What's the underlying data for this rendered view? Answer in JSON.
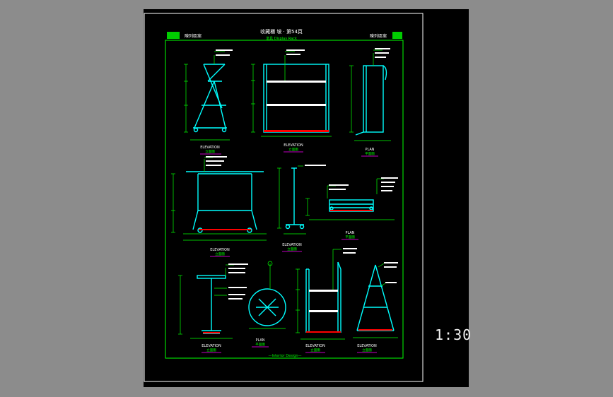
{
  "sheet": {
    "scale_label": "1:30",
    "title": "收藏櫃 坡 · 第54頁",
    "subtitle": "道具 Display Rack",
    "left_badge": "陳列區案",
    "right_badge": "陳列區案",
    "footer": "—Interior Design—"
  },
  "views": [
    {
      "label": "ELEVATION",
      "sub": "立面圖"
    },
    {
      "label": "ELEVATION",
      "sub": "立面圖"
    },
    {
      "label": "PLAN",
      "sub": "平面圖"
    },
    {
      "label": "ELEVATION",
      "sub": "立面圖"
    },
    {
      "label": "ELEVATION",
      "sub": "立面圖"
    },
    {
      "label": "PLAN",
      "sub": "平面圖"
    },
    {
      "label": "ELEVATION",
      "sub": "立面圖"
    },
    {
      "label": "PLAN",
      "sub": "平面圖"
    },
    {
      "label": "ELEVATION",
      "sub": "立面圖"
    },
    {
      "label": "ELEVATION",
      "sub": "立面圖"
    }
  ],
  "colors": {
    "frame": "#ffffff",
    "border": "#00ff00",
    "object": "#00ffff",
    "leader": "#00ff00",
    "note": "#ffffff",
    "accent": "#ff0000",
    "label_underline": "#ff00ff"
  }
}
